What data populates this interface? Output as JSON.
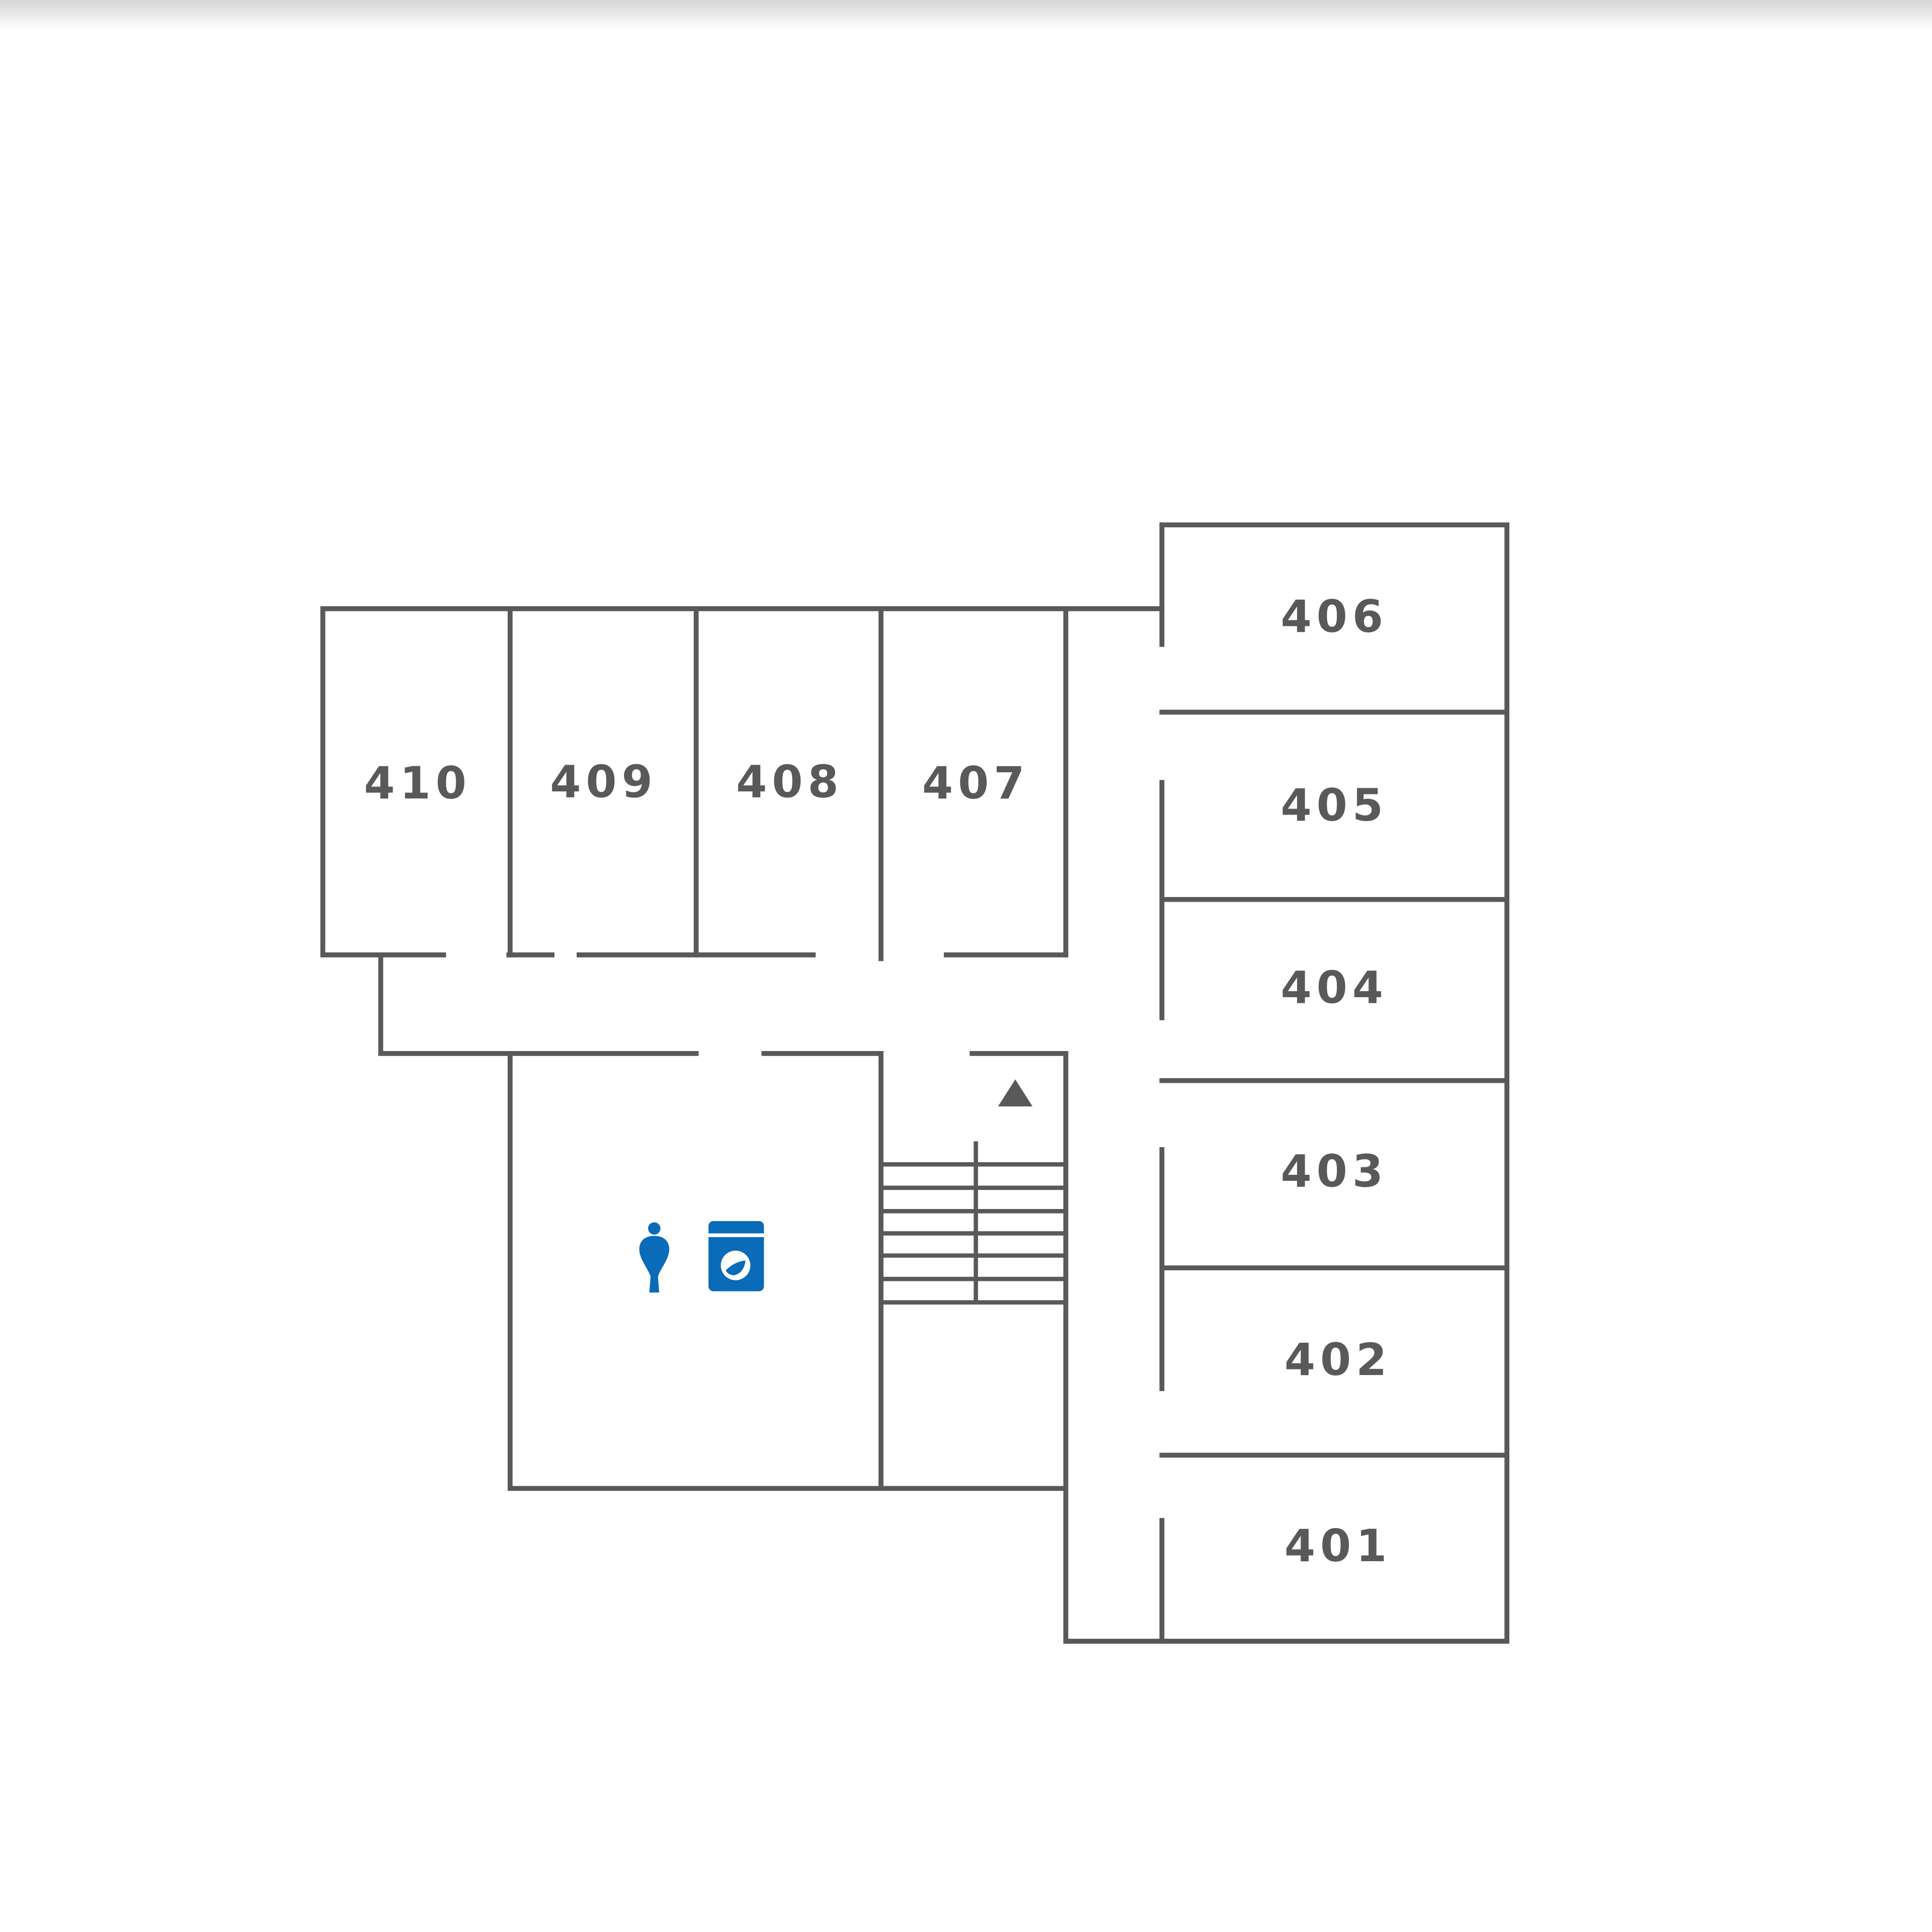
{
  "floor_map": {
    "rooms": [
      {
        "id": "410",
        "label": "410"
      },
      {
        "id": "409",
        "label": "409"
      },
      {
        "id": "408",
        "label": "408"
      },
      {
        "id": "407",
        "label": "407"
      },
      {
        "id": "406",
        "label": "406"
      },
      {
        "id": "405",
        "label": "405"
      },
      {
        "id": "404",
        "label": "404"
      },
      {
        "id": "403",
        "label": "403"
      },
      {
        "id": "402",
        "label": "402"
      },
      {
        "id": "401",
        "label": "401"
      }
    ],
    "icons": [
      "toilet-icon",
      "laundry-icon",
      "stairs-up-icon"
    ],
    "colors": {
      "wall": "#595959",
      "facility": "#0a6bb8"
    }
  }
}
